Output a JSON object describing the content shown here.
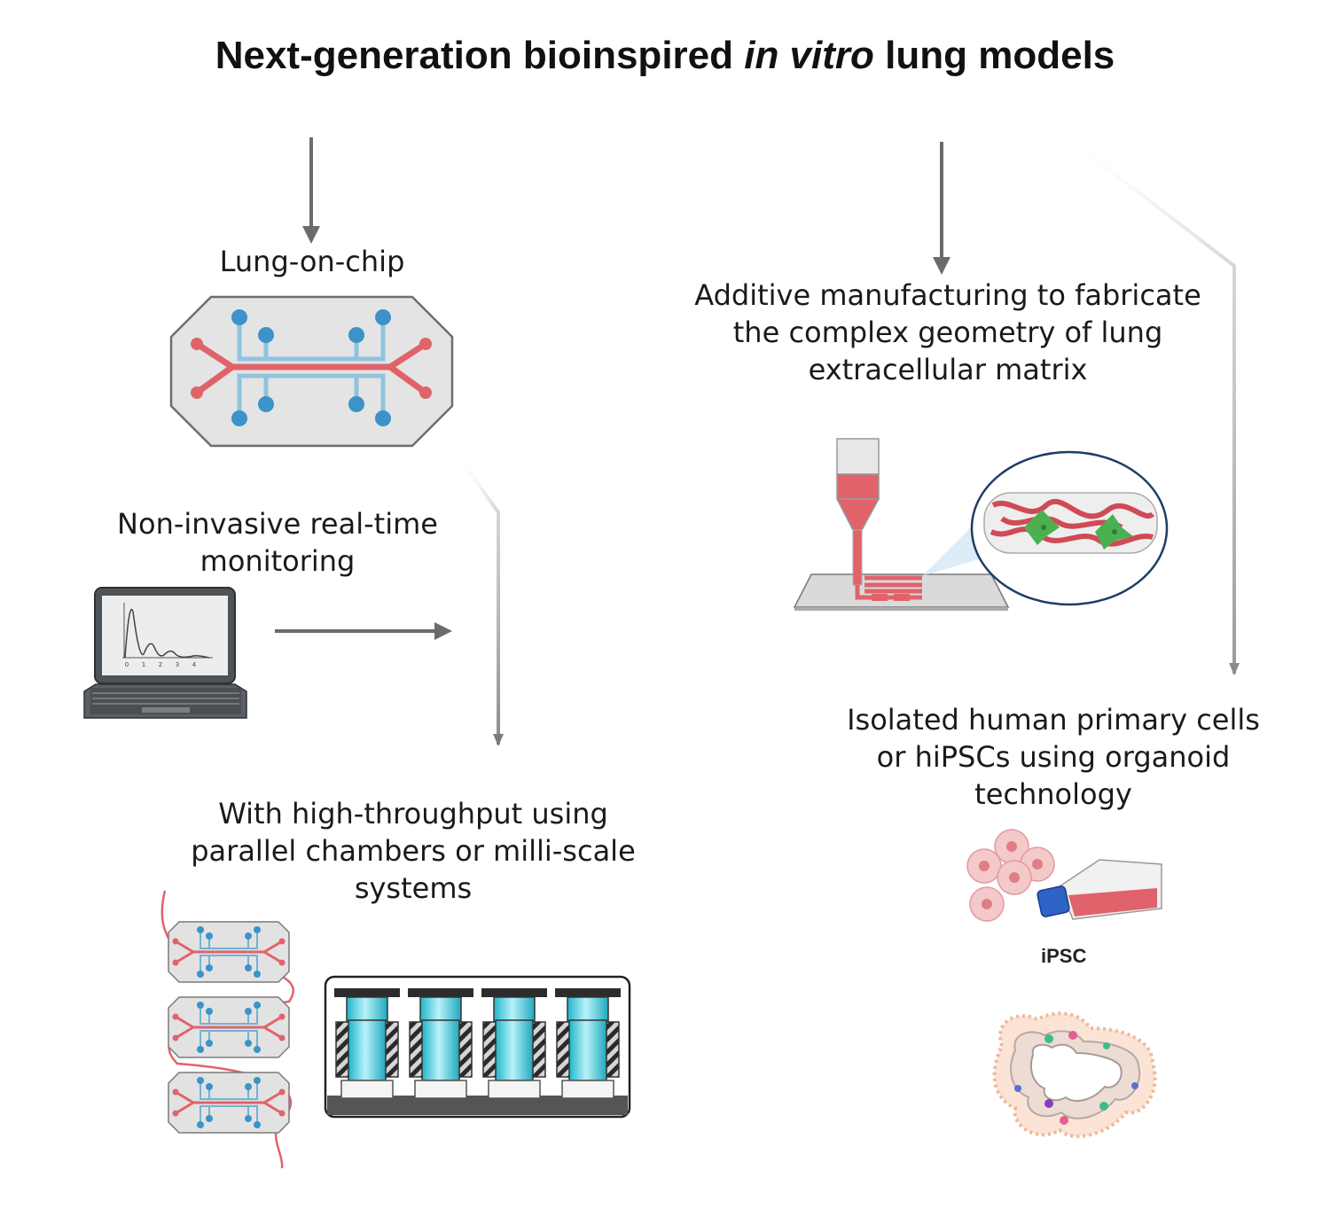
{
  "title": {
    "prefix": "Next-generation bioinspired ",
    "italic": "in vitro",
    "suffix": " lung models"
  },
  "nodes": {
    "lung_on_chip": {
      "lines": [
        "Lung-on-chip"
      ]
    },
    "monitoring": {
      "lines": [
        "Non-invasive real-time",
        "monitoring"
      ]
    },
    "high_throughput": {
      "lines": [
        "With high-throughput using",
        "parallel chambers or milli-scale",
        "systems"
      ]
    },
    "additive": {
      "lines": [
        "Additive manufacturing to fabricate",
        "the complex geometry of lung",
        "extracellular matrix"
      ]
    },
    "primary_cells": {
      "lines": [
        "Isolated human primary cells",
        "or hiPSCs using organoid",
        "technology"
      ]
    },
    "ipsc_label": "iPSC"
  },
  "laptop_plot": {
    "x_ticks": [
      "0",
      "1",
      "2",
      "3",
      "4"
    ]
  },
  "colors": {
    "arrow": "#6b6b6b",
    "channel_red": "#e0636b",
    "channel_blue": "#6fb3d6",
    "chip_body": "#e4e4e4",
    "ink": "#ef6b74",
    "cell_green": "#4caf50",
    "pillar_cyan": "#3fc3d6"
  }
}
